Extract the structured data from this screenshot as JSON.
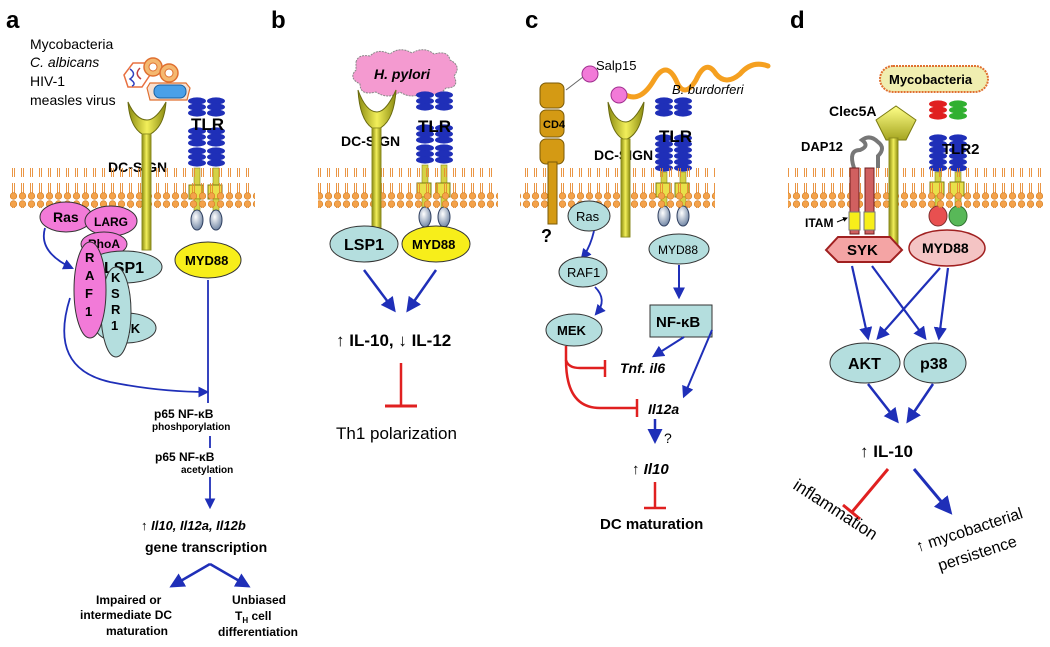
{
  "colors": {
    "membrane": "#f4a24a",
    "arrow_blue": "#1f2fb8",
    "inhibit_red": "#e02020",
    "pink": "#f27ad8",
    "teal": "#b4dede",
    "yellow": "#f7ee1a",
    "tlr_blue": "#1f2fb8",
    "stalk": "#d5d245",
    "cd4": "#d49a14"
  },
  "panel_a": {
    "letter": "a",
    "pathogens": [
      "Mycobacteria",
      "C. albicans",
      "HIV-1",
      "measles virus"
    ],
    "dcsign": "DC-SIGN",
    "tlr": "TLR",
    "ras": "Ras",
    "larg": "LARG",
    "rhoa": "RhoA",
    "raf1": [
      "R",
      "A",
      "F",
      "1"
    ],
    "ksr1": [
      "K",
      "S",
      "R",
      "1"
    ],
    "cnk": "CNK",
    "lsp1": "LSP1",
    "myd88": "MYD88",
    "nfkb_phos_1": "p65 NF-κB",
    "nfkb_phos_2": "phoshporylation",
    "nfkb_acet_1": "p65 NF-κB",
    "nfkb_acet_2": "acetylation",
    "genes_prefix": "↑ ",
    "genes": "Il10, Il12a, Il12b",
    "genes_2": "gene transcription",
    "out_left": [
      "Impaired or",
      "intermediate DC",
      "maturation"
    ],
    "out_right_1": "Unbiased",
    "out_right_2_main": "T",
    "out_right_2_sub": "H",
    "out_right_2_rest": " cell",
    "out_right_3": "differentiation"
  },
  "panel_b": {
    "letter": "b",
    "pathogen": "H. pylori",
    "dcsign": "DC-SIGN",
    "tlr": "TLR",
    "lsp1": "LSP1",
    "myd88": "MYD88",
    "cytokines": "↑ IL-10, ↓ IL-12",
    "outcome": "Th1 polarization"
  },
  "panel_c": {
    "letter": "c",
    "salp15": "Salp15",
    "pathogen": "B. burdorferi",
    "cd4": "CD4",
    "dcsign": "DC-SIGN",
    "tlr": "TLR",
    "question1": "?",
    "ras": "Ras",
    "raf1": "RAF1",
    "myd88": "MYD88",
    "mek": "MEK",
    "nfkb": "NF-κB",
    "tnf": "Tnf. il6",
    "il12a": "Il12a",
    "question2": "?",
    "il10_prefix": "↑ ",
    "il10": "Il10",
    "outcome": "DC maturation"
  },
  "panel_d": {
    "letter": "d",
    "pathogen": "Mycobacteria",
    "clec5a": "Clec5A",
    "dap12": "DAP12",
    "tlr2": "TLR2",
    "itam": "ITAM",
    "syk": "SYK",
    "myd88": "MYD88",
    "akt": "AKT",
    "p38": "p38",
    "il10": "↑ IL-10",
    "out_left": "inflammation",
    "out_right_1": "↑ mycobacterial",
    "out_right_2": "persistence"
  }
}
